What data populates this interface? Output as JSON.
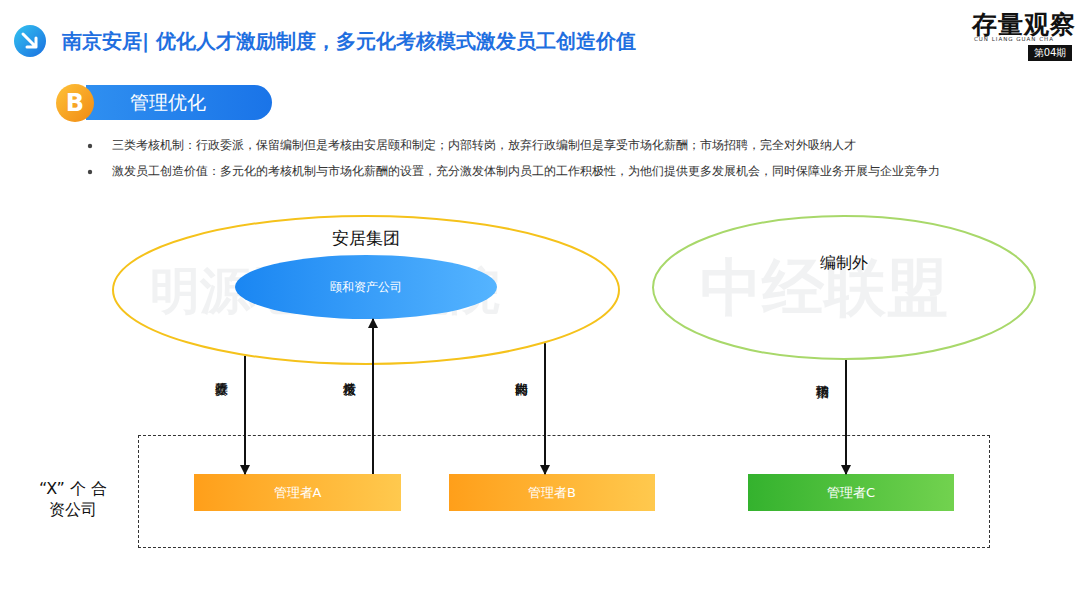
{
  "diagram": {
    "title": "南京安居| 优化人才激励制度，多元化考核模式激发员工创造价值",
    "nodes": [
      {
        "text": [
          "安居集团"
        ]
      },
      {
        "text": [
          "颐和资产公司"
        ],
        "in": 0
      },
      {
        "text": [
          "编制外"
        ]
      },
      {
        "text": [
          "“X” 个 合资公司"
        ]
      },
      {
        "text": [
          "管理者A"
        ],
        "in": 3
      },
      {
        "text": [
          "管理者B"
        ],
        "in": 3
      },
      {
        "text": [
          "管理者C"
        ],
        "in": 3
      }
    ],
    "edges": [
      {
        "from": 0,
        "to": 4,
        "label": "行政委派",
        "arrow": "to"
      },
      {
        "from": 4,
        "to": 1,
        "label": "考核反馈",
        "arrow": "to"
      },
      {
        "from": 0,
        "to": 5,
        "label": "内部转岗",
        "arrow": "to"
      },
      {
        "from": 2,
        "to": 6,
        "label": "市场招聘",
        "arrow": "to"
      }
    ],
    "labels": [
      "存量观察",
      "CUN LIANG GUAN CHA",
      "第04期",
      "B",
      "管理优化",
      "三类考核机制：行政委派，保留编制但是考核由安居颐和制定；内部转岗，放弃行政编制但是享受市场化薪酬；市场招聘，完全对外吸纳人才",
      "激发员工创造价值：多元化的考核机制与市场化薪酬的设置，充分激发体制内员工的工作积极性，为他们提供更多发展机会，同时保障业务开展与企业竞争力",
      "明源地产研究院",
      "中经联盟"
    ]
  }
}
